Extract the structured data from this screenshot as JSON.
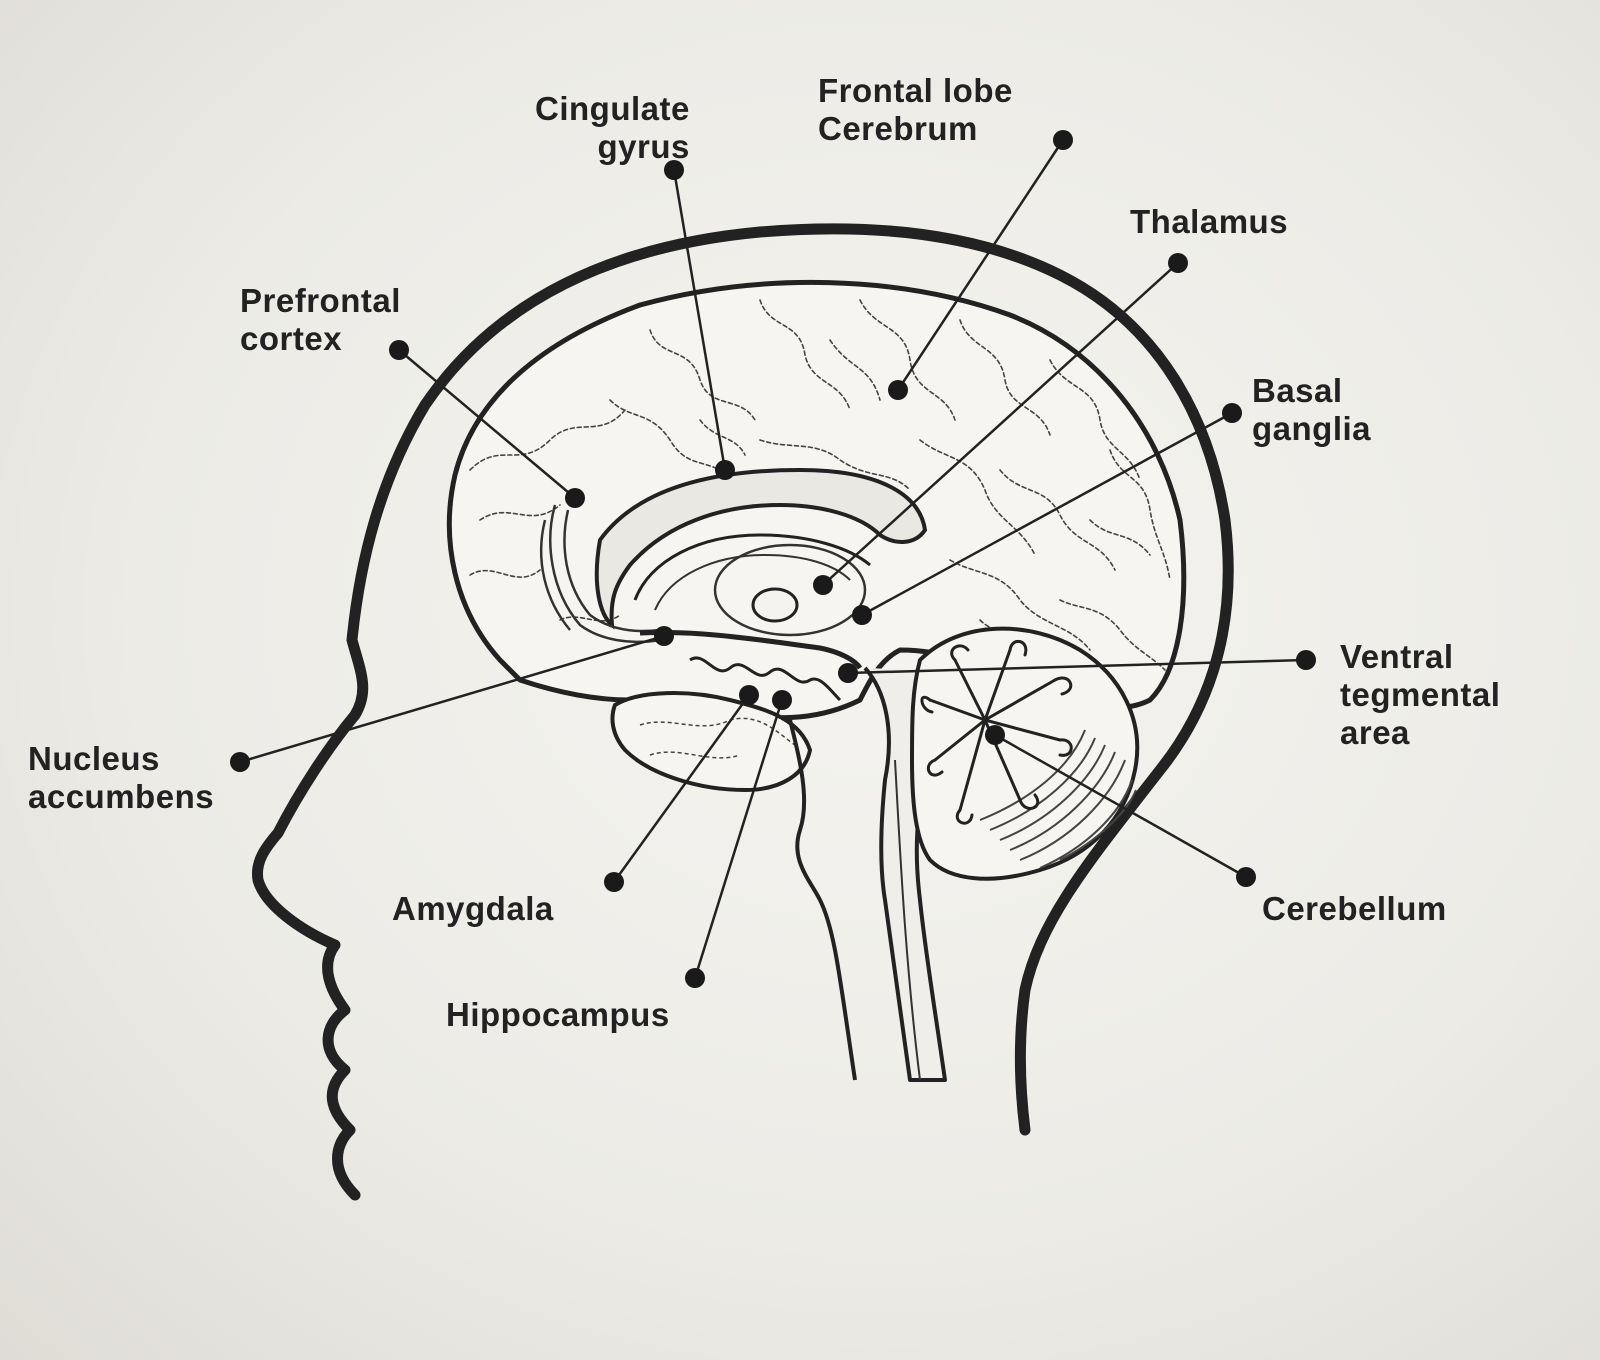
{
  "labels": {
    "cingulate": [
      "Cingulate",
      "gyrus"
    ],
    "frontal": [
      "Frontal lobe",
      "Cerebrum"
    ],
    "thalamus": [
      "Thalamus"
    ],
    "prefrontal": [
      "Prefrontal",
      "cortex"
    ],
    "basal": [
      "Basal",
      "ganglia"
    ],
    "ventral": [
      "Ventral",
      "tegmental",
      "area"
    ],
    "nucleus": [
      "Nucleus",
      "accumbens"
    ],
    "cerebellum": [
      "Cerebellum"
    ],
    "amygdala": [
      "Amygdala"
    ],
    "hippocampus": [
      "Hippocampus"
    ]
  }
}
